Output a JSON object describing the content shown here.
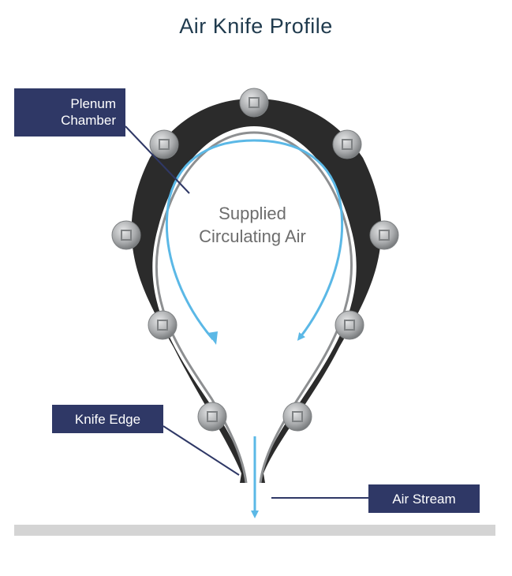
{
  "title": "Air Knife Profile",
  "labels": {
    "plenum_line1": "Plenum",
    "plenum_line2": "Chamber",
    "inner_line1": "Supplied",
    "inner_line2": "Circulating Air",
    "knife_edge": "Knife Edge",
    "air_stream": "Air Stream"
  },
  "colors": {
    "callout_bg": "#2f3866",
    "arrow": "#5bb8e6",
    "body": "#2b2b2b",
    "bolt": "#a9abad",
    "surface": "#d4d4d4"
  }
}
